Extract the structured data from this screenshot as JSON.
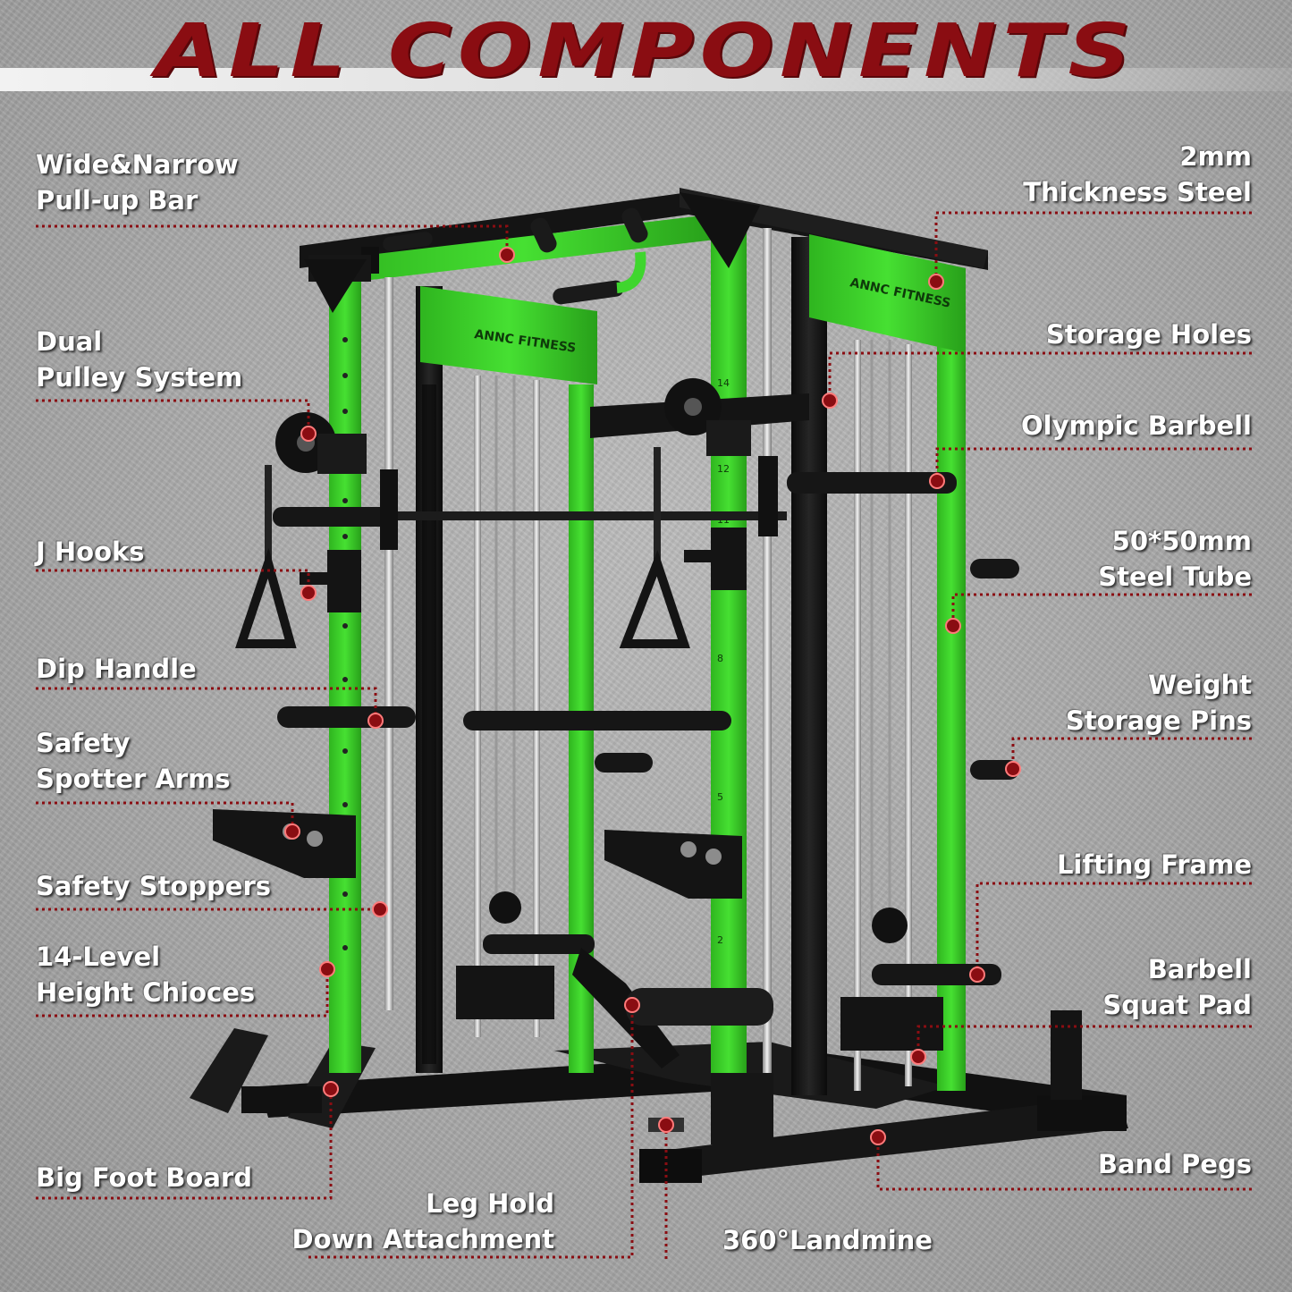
{
  "title": "ALL COMPONENTS",
  "colors": {
    "accent": "#8a0d12",
    "frame_green": "#3fd62e",
    "frame_black": "#141414",
    "label_text": "#ffffff",
    "leader_line": "#8a0d12"
  },
  "labels": {
    "pullup_bar": [
      "Wide&Narrow",
      "Pull-up Bar"
    ],
    "dual_pulley": [
      "Dual",
      "Pulley System"
    ],
    "j_hooks": [
      "J Hooks"
    ],
    "dip_handle": [
      "Dip Handle"
    ],
    "spotter_arms": [
      "Safety",
      "Spotter Arms"
    ],
    "safety_stoppers": [
      "Safety Stoppers"
    ],
    "height_choices": [
      "14-Level",
      "Height Chioces"
    ],
    "foot_board": [
      "Big Foot Board"
    ],
    "leg_hold": [
      "Leg Hold",
      "Down Attachment"
    ],
    "landmine": [
      "360°Landmine"
    ],
    "steel_thickness": [
      "2mm",
      "Thickness Steel"
    ],
    "storage_holes": [
      "Storage Holes"
    ],
    "olympic_barbell": [
      "Olympic Barbell"
    ],
    "steel_tube": [
      "50*50mm",
      "Steel Tube"
    ],
    "storage_pins": [
      "Weight",
      "Storage Pins"
    ],
    "lifting_frame": [
      "Lifting Frame"
    ],
    "squat_pad": [
      "Barbell",
      "Squat Pad"
    ],
    "band_pegs": [
      "Band Pegs"
    ]
  },
  "plate_brand": "ANNC FITNESS",
  "upright_numbers": [
    "14",
    "12",
    "11",
    "8",
    "5",
    "2"
  ]
}
